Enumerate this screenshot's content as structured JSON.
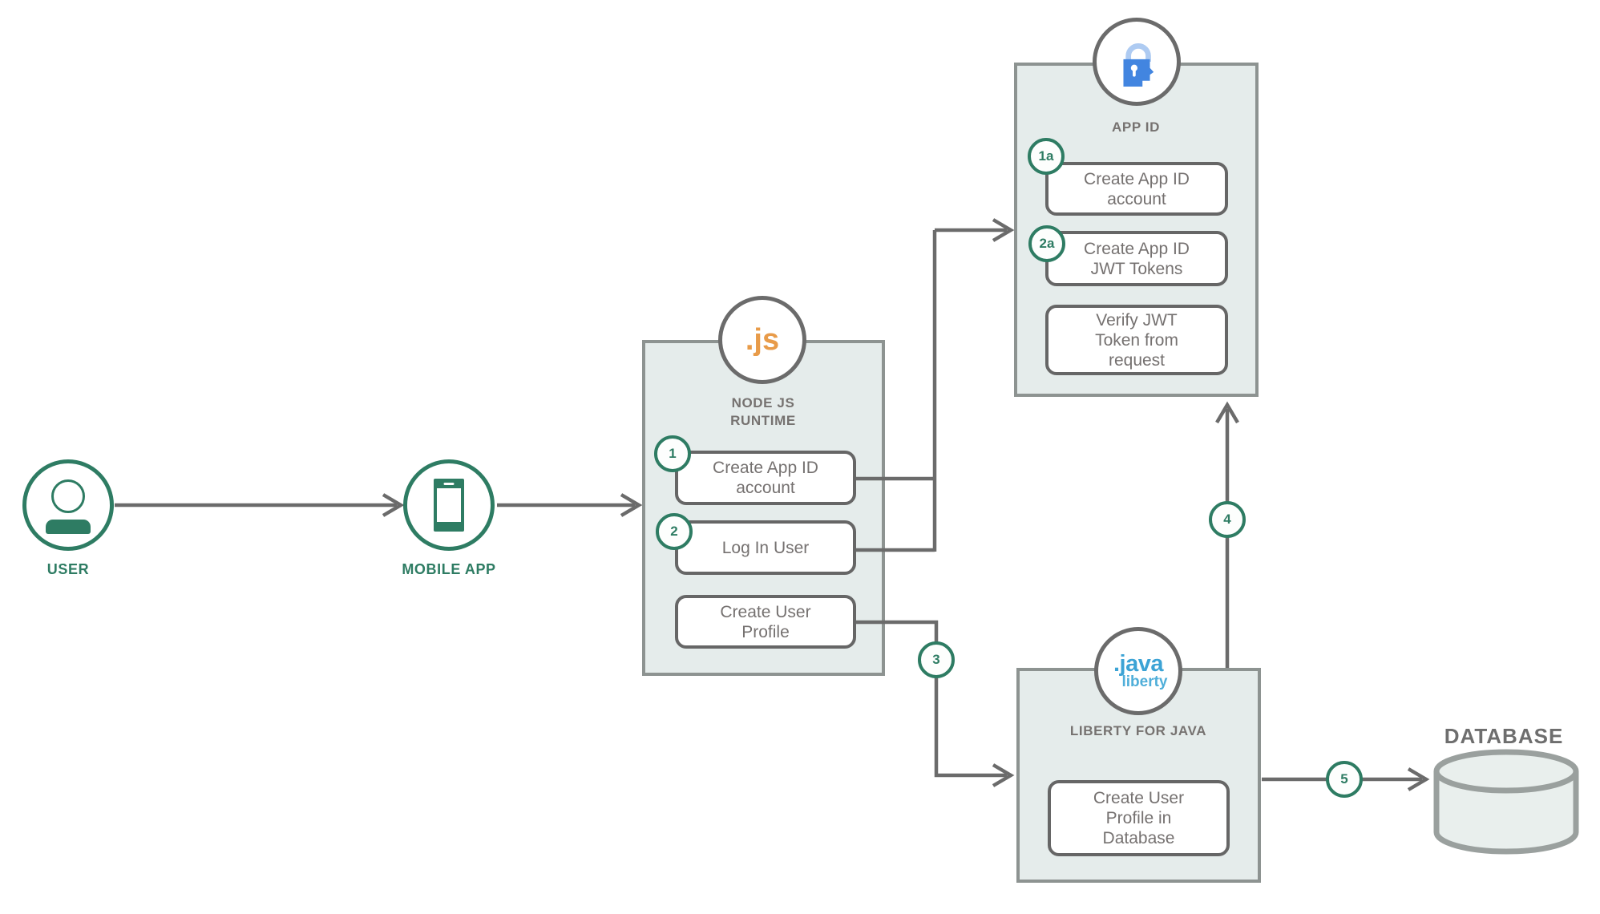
{
  "colors": {
    "green": "#2e7c63",
    "line": "#6b6b6b",
    "boxfill": "#e5eceb",
    "boxborder": "#8d9391",
    "innerborder": "#666666",
    "text": "#757170",
    "heading": "#767270",
    "orange": "#e89b49",
    "blue": "#4285e0",
    "bluelight": "#aecbf2",
    "javablue": "#3ca3d5",
    "javablue2": "#4faed9",
    "cylfill": "#e9efed",
    "cylborder": "#9aa09e"
  },
  "diagram": {
    "user": {
      "label": "USER"
    },
    "mobile": {
      "label": "MOBILE APP"
    },
    "nodejs": {
      "icon": ".js",
      "title": "NODE JS RUNTIME",
      "steps": [
        {
          "badge": "1",
          "label": "Create App ID account"
        },
        {
          "badge": "2",
          "label": "Log In User"
        },
        {
          "badge": "",
          "label": "Create User Profile"
        }
      ]
    },
    "appid": {
      "title": "APP ID",
      "steps": [
        {
          "badge": "1a",
          "label": "Create App ID account"
        },
        {
          "badge": "2a",
          "label": "Create App ID JWT Tokens"
        },
        {
          "badge": "",
          "label": "Verify JWT Token from request"
        }
      ]
    },
    "liberty": {
      "icon_line1": ".java",
      "icon_line2": "liberty",
      "title": "LIBERTY FOR JAVA",
      "steps": [
        {
          "badge": "",
          "label": "Create User Profile in Database"
        }
      ]
    },
    "database": {
      "label": "DATABASE"
    },
    "flow_badges": {
      "three": "3",
      "four": "4",
      "five": "5"
    }
  }
}
